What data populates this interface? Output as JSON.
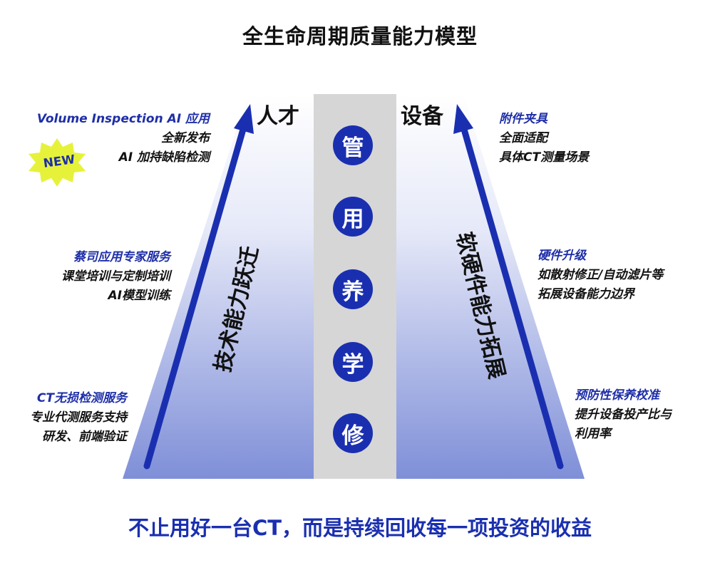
{
  "title": "全生命周期质量能力模型",
  "pillars": {
    "left_label": "人才",
    "right_label": "设备"
  },
  "center_column": [
    "管",
    "用",
    "养",
    "学",
    "修"
  ],
  "left_axis_label": "技术能力跃迁",
  "right_axis_label": "软硬件能力拓展",
  "badge": "NEW",
  "left_notes": [
    {
      "heading": "Volume Inspection AI 应用",
      "lines": [
        "全新发布",
        "AI 加持缺陷检测"
      ]
    },
    {
      "heading": "蔡司应用专家服务",
      "lines": [
        "课堂培训与定制培训",
        "AI模型训练"
      ]
    },
    {
      "heading": "CT无损检测服务",
      "lines": [
        "专业代测服务支持",
        "研发、前端验证"
      ]
    }
  ],
  "right_notes": [
    {
      "heading": "附件夹具",
      "lines": [
        "全面适配",
        "具体CT测量场景"
      ]
    },
    {
      "heading": "硬件升级",
      "lines": [
        "如散射修正/自动滤片等",
        "拓展设备能力边界"
      ]
    },
    {
      "heading": "预防性保养校准",
      "lines": [
        "提升设备投产比与",
        "利用率"
      ]
    }
  ],
  "slogan": "不止用好一台CT，而是持续回收每一项投资的收益",
  "colors": {
    "brand_blue": "#1a2fb0",
    "heading_blue": "#1e2ea8",
    "column_gray": "#d6d6d6",
    "badge_yellow": "#e6f23a"
  }
}
